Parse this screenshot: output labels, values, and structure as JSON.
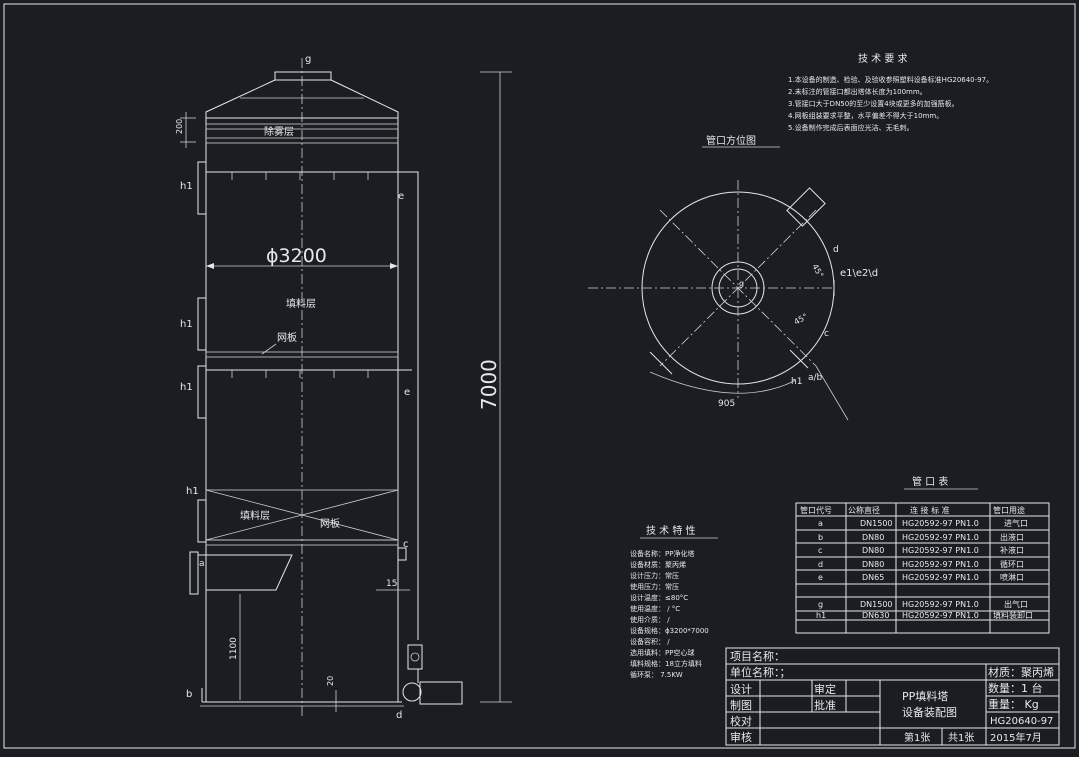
{
  "drawing": {
    "labels": {
      "g": "g",
      "mist_layer": "除雾层",
      "packing_layer_1": "填料层",
      "screen_1": "网板",
      "packing_layer_2": "填料层",
      "screen_2": "网板",
      "diameter": "ϕ3200",
      "height": "7000",
      "dim_200": "200",
      "dim_1100": "1100",
      "dim_20": "20",
      "dim_15": "15",
      "h1": "h1",
      "e": "e",
      "c": "c",
      "a": "a",
      "b": "b",
      "d": "d"
    },
    "orientation": {
      "title": "管口方位图",
      "g": "g",
      "d": "d",
      "e_group": "e1\\e2\\d",
      "c": "c",
      "h1": "h1",
      "a_b": "a/b",
      "angle1": "45°",
      "angle2": "45°",
      "dim_905": "905"
    }
  },
  "tech_requirements": {
    "title": "技 术 要 求",
    "items": [
      "1.本设备的制造、检验、及验收参照塑料设备标准HG20640-97。",
      "2.未标注的管接口都出塔体长度为100mm。",
      "3.管接口大于DN50的至少设置4块或更多的加强筋板。",
      "4.网板组装要求平整，水平偏差不得大于10mm。",
      "5.设备制作完成后表面应光洁、无毛刺。"
    ]
  },
  "tech_features": {
    "title": "技 术 特 性",
    "rows": [
      "设备名称：PP净化塔",
      "设备材质：聚丙烯",
      "设计压力：常压",
      "使用压力：常压",
      "设计温度：≤80°C",
      "使用温度：  /   °C",
      "使用介质：  /",
      "设备规格：ϕ3200*7000",
      "设备容积：  /",
      "选用填料：PP空心球",
      "填料规格：18立方填料",
      "循环泵：  7.5KW"
    ]
  },
  "nozzle_table": {
    "title": "管  口  表",
    "headers": [
      "管口代号",
      "公称直径",
      "连 接 标 准",
      "管口用途"
    ],
    "rows": [
      [
        "a",
        "DN1500",
        "HG20592-97 PN1.0",
        "进气口"
      ],
      [
        "b",
        "DN80",
        "HG20592-97 PN1.0",
        "出液口"
      ],
      [
        "c",
        "DN80",
        "HG20592-97 PN1.0",
        "补液口"
      ],
      [
        "d",
        "DN80",
        "HG20592-97 PN1.0",
        "循环口"
      ],
      [
        "e",
        "DN65",
        "HG20592-97 PN1.0",
        "喷淋口"
      ],
      [
        "",
        "",
        "",
        ""
      ],
      [
        "g",
        "DN1500",
        "HG20592-97 PN1.0",
        "出气口"
      ],
      [
        "h1",
        "DN630",
        "HG20592-97 PN1.0",
        "填料装卸口"
      ]
    ]
  },
  "title_block": {
    "project": "项目名称：",
    "unit": "单位名称：；",
    "material": "材质：聚丙烯",
    "design": "设计",
    "check_fix": "审定",
    "draw": "制图",
    "approve": "批准",
    "proof": "校对",
    "review": "审核",
    "name_line1": "PP填料塔",
    "name_line2": "设备装配图",
    "quantity": "数量：1 台",
    "weight": "重量：   Kg",
    "standard": "HG20640-97",
    "sheet": "第1张",
    "total": "共1张",
    "date": "2015年7月"
  }
}
